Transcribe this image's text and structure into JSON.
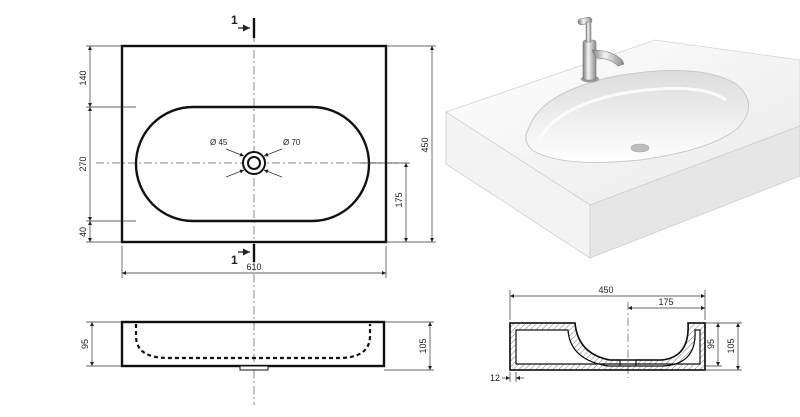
{
  "section_marker": "1",
  "top_view": {
    "dims": {
      "width": "610",
      "depth": "450",
      "back_rim": "140",
      "basin_depth": "270",
      "front_rim": "40",
      "drain_offset": "175"
    },
    "drain_labels": {
      "inner": "Ø 45",
      "outer": "Ø 70"
    }
  },
  "front_view": {
    "dims": {
      "basin_height": "95",
      "total_height": "105"
    }
  },
  "section_view": {
    "dims": {
      "depth": "450",
      "drain_offset": "175",
      "basin_height": "95",
      "total_height": "105",
      "wall": "12"
    }
  },
  "colors": {
    "line": "#111111",
    "basin_fill": "#f2f2f2",
    "section_hatch": "#777777"
  }
}
